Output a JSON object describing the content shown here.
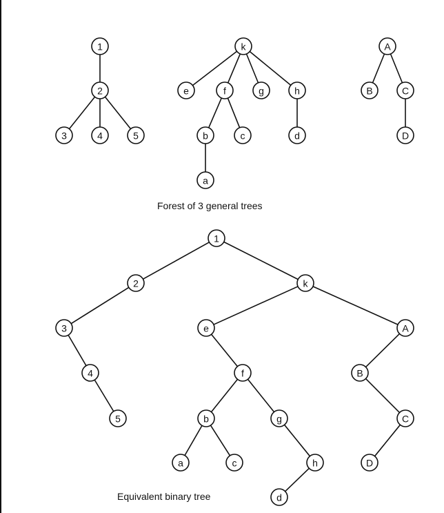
{
  "captions": {
    "forest": "Forest of 3 general trees",
    "binary": "Equivalent binary tree"
  },
  "forest": {
    "trees": [
      {
        "nodes": [
          "1",
          "2",
          "3",
          "4",
          "5"
        ],
        "edges": [
          [
            "1",
            "2"
          ],
          [
            "2",
            "3"
          ],
          [
            "2",
            "4"
          ],
          [
            "2",
            "5"
          ]
        ]
      },
      {
        "nodes": [
          "k",
          "e",
          "f",
          "g",
          "h",
          "b",
          "c",
          "d",
          "a"
        ],
        "edges": [
          [
            "k",
            "e"
          ],
          [
            "k",
            "f"
          ],
          [
            "k",
            "g"
          ],
          [
            "k",
            "h"
          ],
          [
            "f",
            "b"
          ],
          [
            "f",
            "c"
          ],
          [
            "h",
            "d"
          ],
          [
            "b",
            "a"
          ]
        ]
      },
      {
        "nodes": [
          "A",
          "B",
          "C",
          "D"
        ],
        "edges": [
          [
            "A",
            "B"
          ],
          [
            "A",
            "C"
          ],
          [
            "C",
            "D"
          ]
        ]
      }
    ]
  },
  "binary_tree": {
    "nodes": [
      "1",
      "2",
      "k",
      "3",
      "e",
      "A",
      "4",
      "f",
      "B",
      "5",
      "b",
      "g",
      "C",
      "a",
      "c",
      "h",
      "D",
      "d"
    ],
    "edges": [
      [
        "1",
        "2"
      ],
      [
        "1",
        "k"
      ],
      [
        "2",
        "3"
      ],
      [
        "k",
        "e"
      ],
      [
        "k",
        "A"
      ],
      [
        "3",
        "4"
      ],
      [
        "4",
        "5"
      ],
      [
        "e",
        "f"
      ],
      [
        "f",
        "b"
      ],
      [
        "f",
        "g"
      ],
      [
        "b",
        "a"
      ],
      [
        "b",
        "c"
      ],
      [
        "g",
        "h"
      ],
      [
        "h",
        "d"
      ],
      [
        "A",
        "B"
      ],
      [
        "B",
        "C"
      ],
      [
        "C",
        "D"
      ]
    ]
  }
}
